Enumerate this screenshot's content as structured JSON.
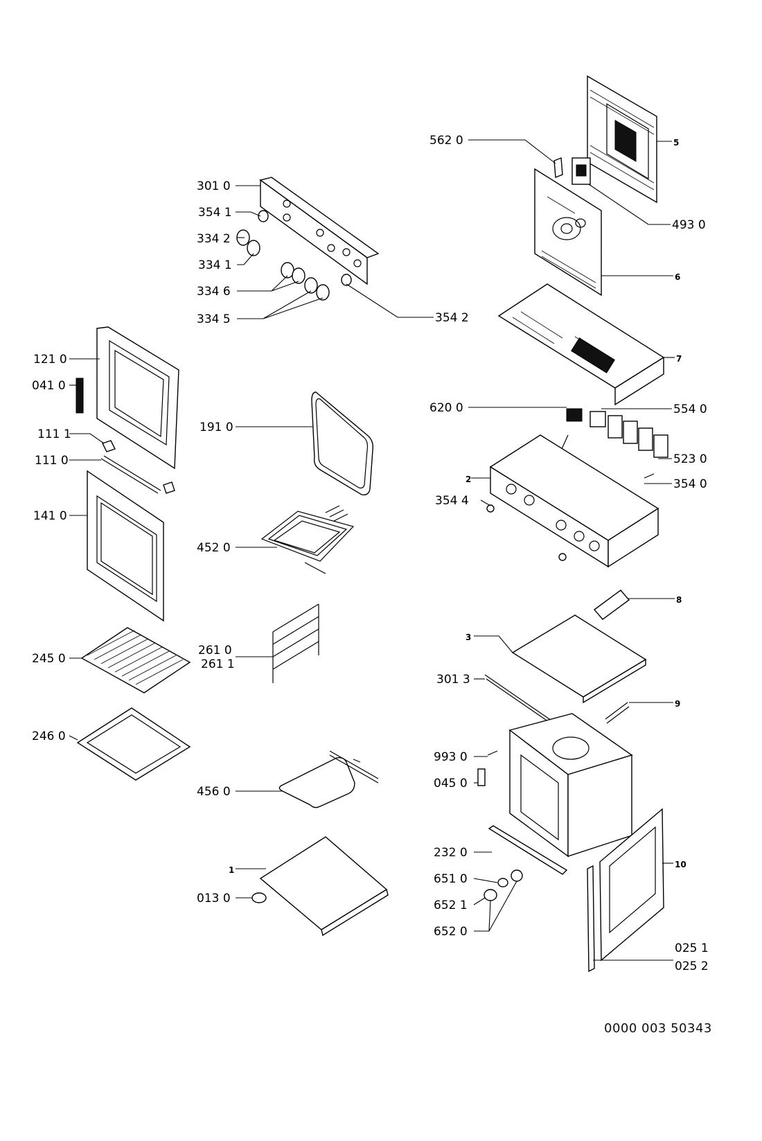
{
  "document_id": "0000 003 50343",
  "labels": {
    "l_562_0": "562 0",
    "l_5": "5",
    "l_301_0": "301 0",
    "l_354_1": "354 1",
    "l_334_2": "334 2",
    "l_334_1": "334 1",
    "l_493_0": "493 0",
    "l_334_6": "334 6",
    "l_6": "6",
    "l_334_5": "334 5",
    "l_354_2": "354 2",
    "l_121_0": "121 0",
    "l_7": "7",
    "l_041_0": "041 0",
    "l_620_0": "620 0",
    "l_554_0": "554 0",
    "l_191_0": "191 0",
    "l_111_1": "111 1",
    "l_523_0": "523 0",
    "l_111_0": "111 0",
    "l_2": "2",
    "l_354_0": "354 0",
    "l_141_0": "141 0",
    "l_354_4": "354 4",
    "l_452_0": "452 0",
    "l_8": "8",
    "l_3": "3",
    "l_261_0": "261 0",
    "l_261_1": "261 1",
    "l_245_0": "245 0",
    "l_301_3": "301 3",
    "l_9": "9",
    "l_246_0": "246 0",
    "l_993_0": "993 0",
    "l_045_0": "045 0",
    "l_456_0": "456 0",
    "l_232_0": "232 0",
    "l_10": "10",
    "l_1": "1",
    "l_651_0": "651 0",
    "l_013_0": "013 0",
    "l_652_1": "652 1",
    "l_652_0": "652 0",
    "l_025_1": "025 1",
    "l_025_2": "025 2"
  }
}
